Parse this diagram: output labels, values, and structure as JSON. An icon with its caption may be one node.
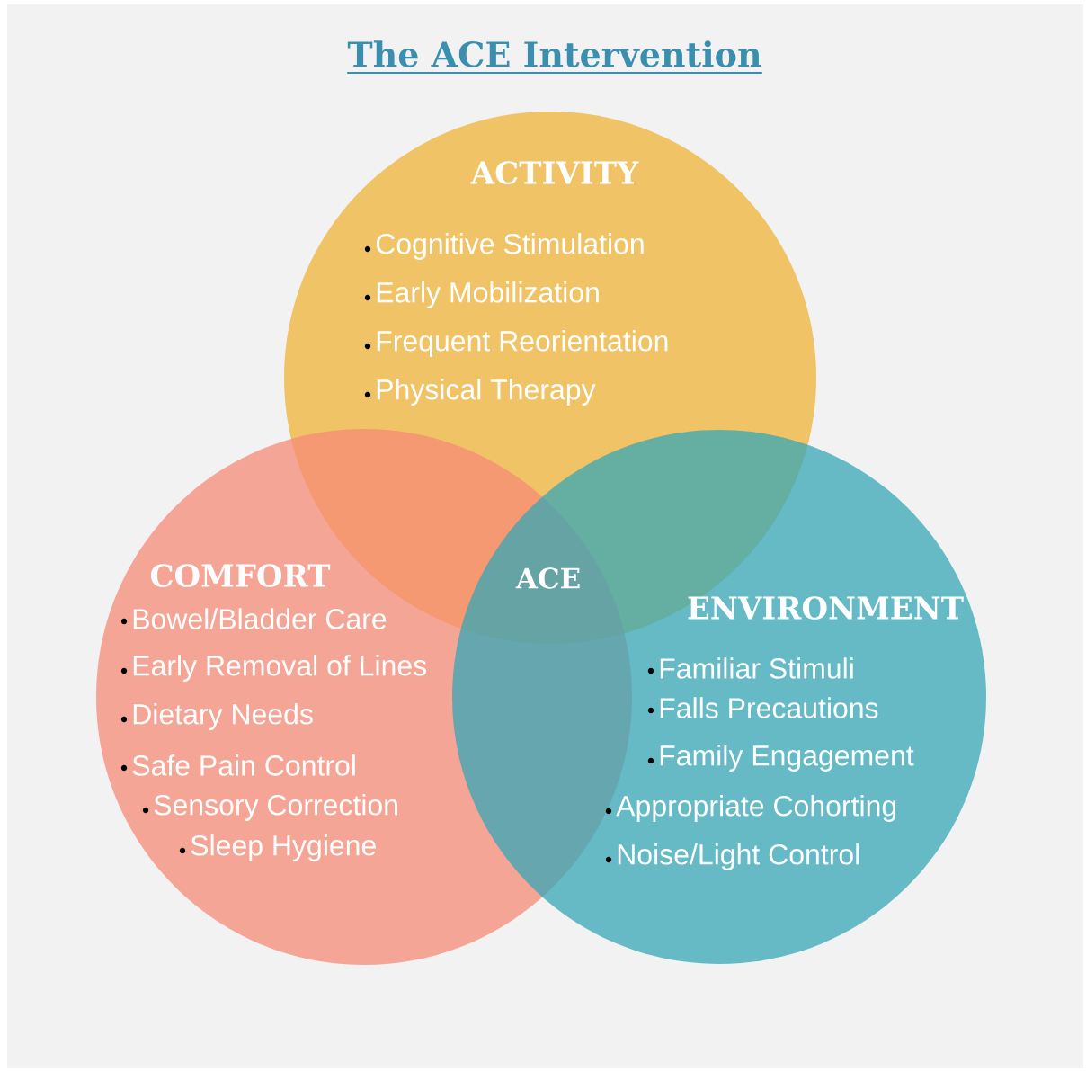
{
  "diagram": {
    "title": "The ACE Intervention",
    "nodes": [
      {
        "text": [
          "ACTIVITY",
          "Cognitive Stimulation",
          "Early Mobilization",
          "Frequent Reorientation",
          "Physical Therapy"
        ]
      },
      {
        "text": [
          "COMFORT",
          "Bowel/Bladder Care",
          "Early Removal of Lines",
          "Dietary Needs",
          "Safe Pain Control",
          "Sensory Correction",
          "Sleep Hygiene"
        ]
      },
      {
        "text": [
          "ENVIRONMENT",
          "Familiar Stimuli",
          "Falls Precautions",
          "Family Engagement",
          "Appropriate Cohorting",
          "Noise/Light Control"
        ]
      }
    ],
    "labels": [
      "ACE"
    ]
  }
}
